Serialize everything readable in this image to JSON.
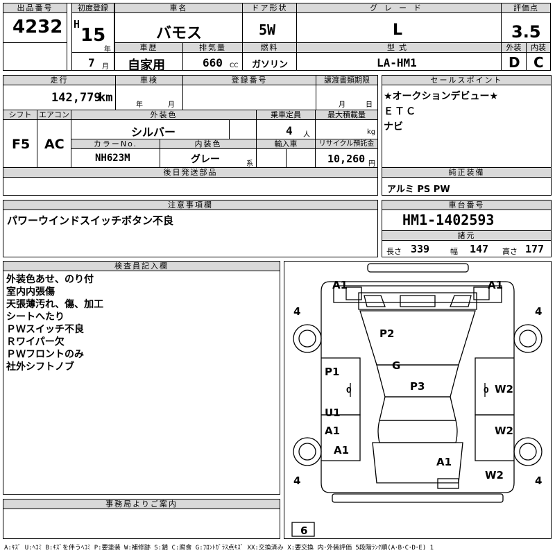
{
  "top": {
    "lot_label": "出品番号",
    "lot_number": "4232",
    "reg_label": "初度登録",
    "era": "H",
    "year": "15",
    "year_unit": "年",
    "month": "7",
    "month_unit": "月",
    "model_label": "車名",
    "model_value": "バモス",
    "door_label": "ドア形状",
    "door_value": "5W",
    "grade_label": "グレード",
    "grade_value": "L",
    "score_label": "評価点",
    "score_value": "3.5",
    "history_label": "車歴",
    "history_value": "自家用",
    "displacement_label": "排気量",
    "displacement_value": "660",
    "displacement_unit": "CC",
    "fuel_label": "燃料",
    "fuel_value": "ガソリン",
    "type_label": "型式",
    "type_value": "LA-HM1",
    "ext_label": "外装",
    "ext_value": "D",
    "int_label": "内装",
    "int_value": "C"
  },
  "mid": {
    "mileage_label": "走行",
    "mileage_value": "142,779",
    "mileage_unit": "km",
    "inspection_label": "車検",
    "inspection_year_unit": "年",
    "inspection_month_unit": "月",
    "regno_label": "登録番号",
    "transfer_label": "譲渡書類期限",
    "transfer_month_unit": "月",
    "transfer_day_unit": "日",
    "shift_label": "シフト",
    "shift_value": "F5",
    "ac_label": "エアコン",
    "ac_value": "AC",
    "color_label": "外装色",
    "color_value": "シルバー",
    "capacity_label": "乗車定員",
    "capacity_value": "4",
    "capacity_unit": "人",
    "load_label": "最大積載量",
    "load_unit": "kg",
    "colorno_label": "カラーNo.",
    "colorno_value": "NH623M",
    "intcolor_label": "内装色",
    "intcolor_value": "グレー",
    "intcolor_suffix": "系",
    "import_label": "輸入車",
    "recycle_label": "リサイクル預託金",
    "recycle_value": "10,260",
    "recycle_unit": "円",
    "later_label": "後日発送部品",
    "sales_label": "セールスポイント",
    "sales_points": [
      "★オークションデビュー★",
      "ＥＴＣ",
      "ナビ"
    ],
    "equipment_label": "純正装備",
    "equipment_value": "アルミ PS PW"
  },
  "caution": {
    "label": "注意事項欄",
    "value": "パワーウインドスイッチボタン不良",
    "chassis_label": "車台番号",
    "chassis_value": "HM1-1402593",
    "dims_label": "諸元",
    "length_label": "長さ",
    "length_value": "339",
    "width_label": "幅",
    "width_value": "147",
    "height_label": "高さ",
    "height_value": "177"
  },
  "inspector": {
    "label": "検査員記入欄",
    "notes": [
      "外装色あせ、のり付",
      "室内内張傷",
      "天張薄汚れ、傷、加工",
      "シートへたり",
      "ＰＷスイッチ不良",
      "Ｒワイパー欠",
      "ＰＷフロントのみ",
      "社外シフトノブ"
    ]
  },
  "office": {
    "label": "事務局よりご案内"
  },
  "diagram": {
    "marks": {
      "a1_front_left": "A1",
      "a1_front_right": "A1",
      "p2": "P2",
      "g": "G",
      "p1": "P1",
      "p3": "P3",
      "w2_upper": "W2",
      "u1": "U1",
      "a1_left_door": "A1",
      "w2_mid": "W2",
      "a1_left_rear": "A1",
      "a1_rear": "A1",
      "w2_rear": "W2",
      "tire_front_left": "4",
      "tire_front_right": "4",
      "tire_rear_left": "4",
      "tire_rear_right": "4",
      "spare": "6",
      "door_tick_left": "0",
      "door_tick_right": "0"
    }
  },
  "legend": "A:ｷｽﾞ U:ﾍｺﾐ B:ｷｽﾞを伴うﾍｺﾐ P:要塗装 W:補修跡 S:錆 C:腐食 G:ﾌﾛﾝﾄｶﾞﾗｽ点ｷｽﾞ XX:交換済み X:要交換 内･外装評価 5段階ﾗﾝｸ順(A･B･C･D･E) 1"
}
